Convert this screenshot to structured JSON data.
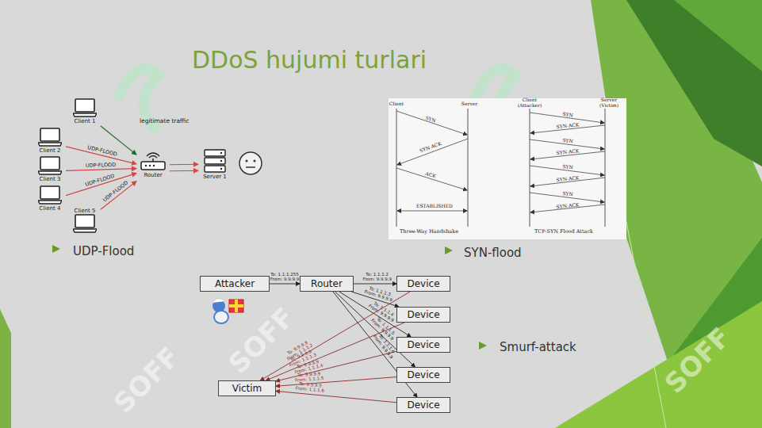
{
  "diagram": {
    "title": "DDoS hujumi turlari",
    "nodes": [
      {
        "text": [
          "Client 1"
        ]
      },
      {
        "text": [
          "Client 2"
        ]
      },
      {
        "text": [
          "Client 3"
        ]
      },
      {
        "text": [
          "Client 4"
        ]
      },
      {
        "text": [
          "Client 5"
        ]
      },
      {
        "text": [
          "Router"
        ]
      },
      {
        "text": [
          "Server 1"
        ]
      },
      {
        "text": [
          "Attacker"
        ]
      },
      {
        "text": [
          "Router"
        ]
      },
      {
        "text": [
          "Device"
        ]
      },
      {
        "text": [
          "Device"
        ]
      },
      {
        "text": [
          "Device"
        ]
      },
      {
        "text": [
          "Device"
        ]
      },
      {
        "text": [
          "Device"
        ]
      },
      {
        "text": [
          "Victim"
        ]
      }
    ],
    "edges": [
      {
        "from": 0,
        "to": 5,
        "label": "legitimate traffic",
        "arrow": "to"
      },
      {
        "from": 1,
        "to": 5,
        "label": "UDP-FLOOD",
        "arrow": "to"
      },
      {
        "from": 2,
        "to": 5,
        "label": "UDP-FLOOD",
        "arrow": "to"
      },
      {
        "from": 3,
        "to": 5,
        "label": "UDP-FLOOD",
        "arrow": "to"
      },
      {
        "from": 4,
        "to": 5,
        "label": "UDP-FLOOD",
        "arrow": "to"
      },
      {
        "from": 5,
        "to": 6,
        "arrow": "to"
      },
      {
        "from": 5,
        "to": 6,
        "arrow": "to"
      },
      {
        "from": 7,
        "to": 8,
        "label": "To: 1.1.1.255 From: 9.9.9.9",
        "arrow": "to"
      },
      {
        "from": 8,
        "to": 9,
        "label": "To: 1.1.1.2 From: 9.9.9.9",
        "arrow": "to"
      },
      {
        "from": 8,
        "to": 10,
        "label": "To: 1.1.1.3 From: 9.9.9.9",
        "arrow": "to"
      },
      {
        "from": 8,
        "to": 11,
        "label": "To: 1.1.1.4 From: 9.9.9.9",
        "arrow": "to"
      },
      {
        "from": 8,
        "to": 12,
        "label": "To: 1.1.1.5 From: 9.9.9.9",
        "arrow": "to"
      },
      {
        "from": 8,
        "to": 13,
        "label": "To: 1.1.1.6 From: 9.9.9.9",
        "arrow": "to"
      },
      {
        "from": 9,
        "to": 14,
        "label": "To: 9.9.9.9 From: 1.1.1.2",
        "arrow": "to"
      },
      {
        "from": 10,
        "to": 14,
        "label": "To: 9.9.9.9 From: 1.1.1.3",
        "arrow": "to"
      },
      {
        "from": 11,
        "to": 14,
        "label": "To: 9.9.9.9 From: 1.1.1.4",
        "arrow": "to"
      },
      {
        "from": 12,
        "to": 14,
        "label": "To: 9.9.9.9 From: 1.1.1.5",
        "arrow": "to"
      },
      {
        "from": 13,
        "to": 14,
        "label": "To: 9.9.9.9 From: 1.1.1.6",
        "arrow": "to"
      }
    ],
    "labels": [
      "SOFF",
      "SOFF",
      "SOFF",
      "Client",
      "Server",
      "SYN",
      "SYN-ACK",
      "ACK",
      "ESTABLISHED",
      "Three-Way Handshake",
      "Client (Attacker)",
      "Server (Victim)",
      "SYN",
      "SYN-ACK",
      "SYN",
      "SYN-ACK",
      "SYN",
      "SYN-ACK",
      "SYN",
      "SYN-ACK",
      "TCP-SYN Flood Attack",
      "UDP-Flood",
      "SYN-flood",
      "Smurf-attack"
    ]
  }
}
